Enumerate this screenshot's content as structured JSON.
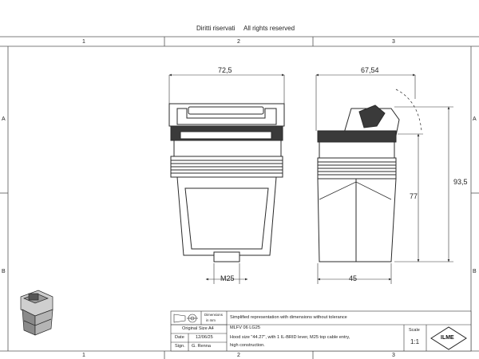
{
  "header": {
    "rights_it": "Diritti riservati",
    "rights_en": "All rights reserved"
  },
  "zones": {
    "columns": [
      "1",
      "2",
      "3"
    ],
    "rows": [
      "A",
      "B"
    ]
  },
  "dimensions": {
    "front_width": "72,5",
    "side_depth": "67,54",
    "overall_height": "93,5",
    "lower_height": "77",
    "cable_entry": "M25",
    "side_base_width": "45"
  },
  "title_block": {
    "dimensions_label": "Dimensions",
    "dimensions_unit": "in mm",
    "note": "Simplified representation with dimensions without tolerance",
    "original_size": "Original Size A4",
    "date_label": "Date",
    "date_value": "12/06/25",
    "sign_label": "Sign.",
    "sign_value": "G. Renna",
    "code": "MLFV 06 LG25",
    "description_lines": [
      "Hood size \"44.27\", with 1 IL-BRID lever, M25 top cable entry,",
      "high construction."
    ],
    "scale_label": "Scale",
    "scale_value": "1:1",
    "logo_text": "ILME"
  }
}
